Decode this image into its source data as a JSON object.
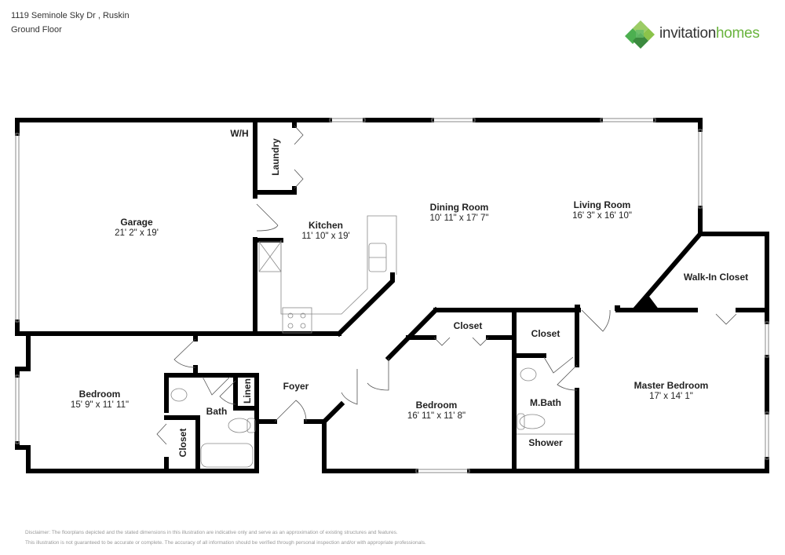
{
  "header": {
    "address": "1119 Seminole Sky Dr , Ruskin",
    "floor": "Ground Floor"
  },
  "logo": {
    "icon": "invitation-homes-leaf-icon",
    "text_part1": "invitation",
    "text_part2": "homes",
    "colors": {
      "dark": "#333333",
      "green": "#6ab43e",
      "leaf_light": "#9ccc65",
      "leaf_dark": "#3b8a3e"
    }
  },
  "rooms": [
    {
      "name": "Garage",
      "dims": "21' 2\" x 19'"
    },
    {
      "name": "Kitchen",
      "dims": "11' 10\" x 19'"
    },
    {
      "name": "Dining Room",
      "dims": "10' 11\" x 17' 7\""
    },
    {
      "name": "Living Room",
      "dims": "16' 3\" x 16' 10\""
    },
    {
      "name": "Walk-In Closet",
      "dims": ""
    },
    {
      "name": "Bedroom",
      "dims": "15' 9\" x 11' 11\""
    },
    {
      "name": "Bath",
      "dims": ""
    },
    {
      "name": "Foyer",
      "dims": ""
    },
    {
      "name": "Closet",
      "dims": ""
    },
    {
      "name": "Bedroom",
      "dims": "16' 11\" x 11' 8\""
    },
    {
      "name": "Closet",
      "dims": ""
    },
    {
      "name": "M.Bath",
      "dims": ""
    },
    {
      "name": "Shower",
      "dims": ""
    },
    {
      "name": "Master Bedroom",
      "dims": "17' x 14' 1\""
    }
  ],
  "vertical_labels": {
    "laundry": "Laundry",
    "linen": "Linen",
    "closet": "Closet"
  },
  "fixtures": {
    "water_heater": "W/H"
  },
  "disclaimer": {
    "line1": "Disclaimer: The floorplans depicted and the stated dimensions in this illustration are indicative only and serve as an approximation of existing structures and features.",
    "line2": "This illustration is not guaranteed to be accurate or complete. The accuracy of all information should be verified through personal inspection and/or with appropriate professionals."
  }
}
